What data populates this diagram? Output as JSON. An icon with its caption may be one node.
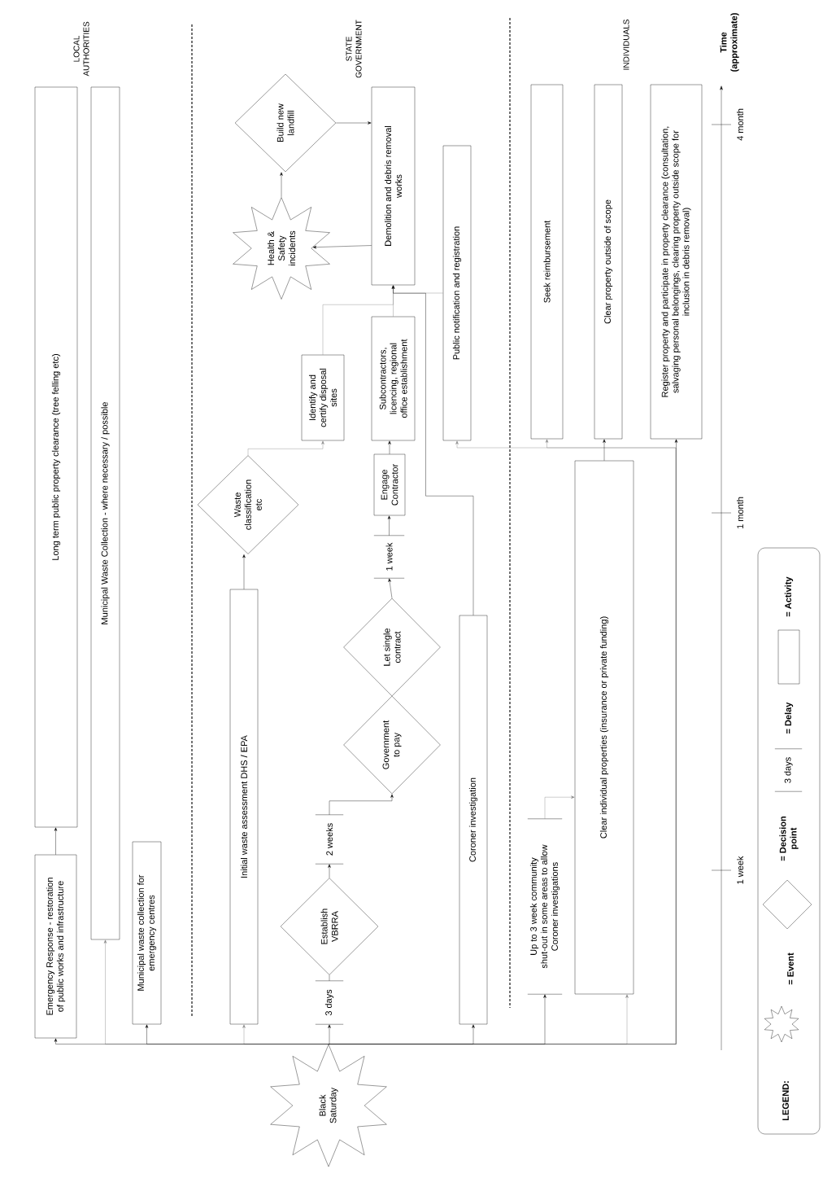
{
  "diagram": {
    "nodes": [
      {
        "text": [
          "Black Saturday"
        ]
      },
      {
        "text": [
          "Emergency Response - restoration of public works and infrastructure"
        ]
      },
      {
        "text": [
          "Long term public property clearance (tree felling etc)"
        ]
      },
      {
        "text": [
          "Municipal Waste Collection - where necessary / possible"
        ]
      },
      {
        "text": [
          "Municipal waste collection for emergency centres"
        ]
      },
      {
        "text": [
          "Initial waste assessment DHS / EPA"
        ]
      },
      {
        "text": [
          "Waste classification etc"
        ]
      },
      {
        "text": [
          "Identify and certify disposal sites"
        ]
      },
      {
        "text": [
          "3 days"
        ]
      },
      {
        "text": [
          "Establish VBRRA"
        ]
      },
      {
        "text": [
          "2 weeks"
        ]
      },
      {
        "text": [
          "Government to pay"
        ]
      },
      {
        "text": [
          "Let single contract"
        ]
      },
      {
        "text": [
          "1 week"
        ]
      },
      {
        "text": [
          "Engage Contractor"
        ]
      },
      {
        "text": [
          "Subcontractors, licencing, regional office establishment"
        ]
      },
      {
        "text": [
          "Demolition and debris removal works"
        ]
      },
      {
        "text": [
          "Health & Safety incidents"
        ]
      },
      {
        "text": [
          "Build new landfill"
        ]
      },
      {
        "text": [
          "Coroner investigation"
        ]
      },
      {
        "text": [
          "Public notification and registration"
        ]
      },
      {
        "text": [
          "Up to 3 week community shut-out in some areas to allow Coroner investigations"
        ]
      },
      {
        "text": [
          "Clear individual properties (insurance or private funding)"
        ]
      },
      {
        "text": [
          "Seek reimbursement"
        ]
      },
      {
        "text": [
          "Clear property outside of scope"
        ]
      },
      {
        "text": [
          "Register property and participate in property clearance (consultation, salvaging personal belongings, clearing property outside scope for inclusion in debris removal)"
        ]
      }
    ],
    "edges": [
      {
        "from": 0,
        "to": 1,
        "arrow": "to"
      },
      {
        "from": 0,
        "to": 3,
        "arrow": "to",
        "color": "#808080"
      },
      {
        "from": 0,
        "to": 4,
        "arrow": "to"
      },
      {
        "from": 0,
        "to": 5,
        "arrow": "to",
        "color": "#808080"
      },
      {
        "from": 0,
        "to": 8,
        "arrow": "to"
      },
      {
        "from": 0,
        "to": 19,
        "arrow": "to"
      },
      {
        "from": 0,
        "to": 21,
        "arrow": "to"
      },
      {
        "from": 0,
        "to": 22,
        "arrow": "to",
        "color": "#808080"
      },
      {
        "from": 0,
        "to": 25,
        "arrow": "to"
      },
      {
        "from": 0,
        "to": 20,
        "arrow": "to",
        "color": "#808080"
      },
      {
        "from": 0,
        "to": 23,
        "arrow": "to",
        "color": "#808080"
      },
      {
        "from": 1,
        "to": 2,
        "arrow": "to"
      },
      {
        "from": 5,
        "to": 6,
        "arrow": "to"
      },
      {
        "from": 6,
        "to": 7,
        "arrow": "to",
        "color": "#808080"
      },
      {
        "from": 8,
        "to": 9,
        "arrow": "none"
      },
      {
        "from": 9,
        "to": 10,
        "arrow": "to"
      },
      {
        "from": 10,
        "to": 11,
        "arrow": "to"
      },
      {
        "from": 12,
        "to": 13,
        "arrow": "to"
      },
      {
        "from": 13,
        "to": 14,
        "arrow": "to"
      },
      {
        "from": 14,
        "to": 15,
        "arrow": "to"
      },
      {
        "from": 15,
        "to": 16,
        "arrow": "to",
        "color": "#808080"
      },
      {
        "from": 7,
        "to": 16,
        "arrow": "to",
        "color": "#808080"
      },
      {
        "from": 19,
        "to": 16,
        "arrow": "to"
      },
      {
        "from": 20,
        "to": 16,
        "arrow": "to",
        "color": "#808080"
      },
      {
        "from": 16,
        "to": 17,
        "arrow": "to"
      },
      {
        "from": 17,
        "to": 18,
        "arrow": "to"
      },
      {
        "from": 18,
        "to": 16,
        "arrow": "to"
      },
      {
        "from": 21,
        "to": 22,
        "arrow": "to",
        "color": "#808080"
      },
      {
        "from": 22,
        "to": 24,
        "arrow": "to"
      }
    ],
    "labels": [
      "LOCAL AUTHORITIES",
      "STATE GOVERNMENT",
      "INDIVIDUALS",
      "Time (approximate)",
      "4 month",
      "1 month",
      "1 week",
      "LEGEND:",
      "3 days"
    ],
    "legend": [
      {
        "text": "= Event"
      },
      {
        "text": "= Decision point"
      },
      {
        "text": "= Delay"
      },
      {
        "text": "= Activity"
      }
    ]
  }
}
